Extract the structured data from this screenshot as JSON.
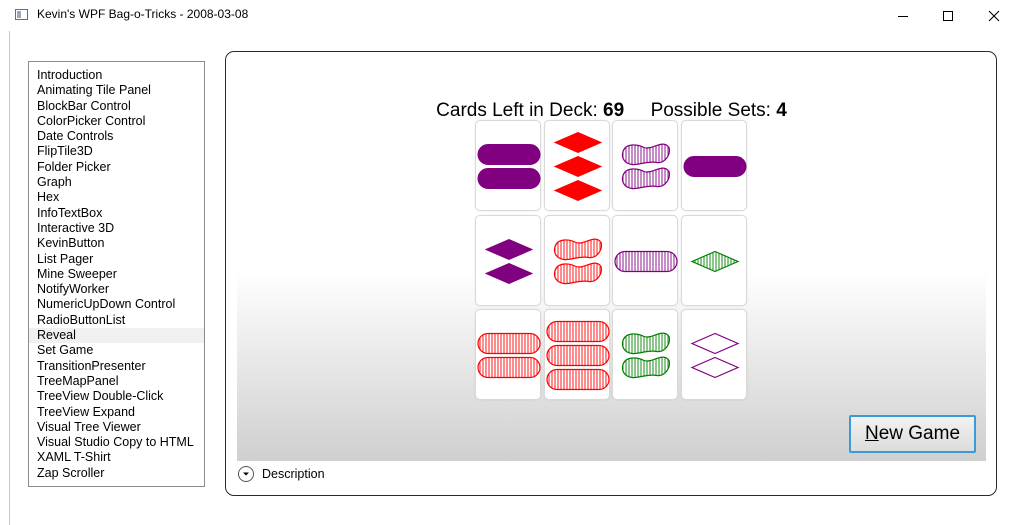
{
  "window": {
    "title": "Kevin's WPF Bag-o-Tricks - 2008-03-08",
    "minimize_icon": "minimize-icon",
    "maximize_icon": "maximize-icon",
    "close_icon": "close-icon"
  },
  "sidebar": {
    "selected_index": 17,
    "items": [
      {
        "label": "Introduction"
      },
      {
        "label": "Animating Tile Panel"
      },
      {
        "label": "BlockBar Control"
      },
      {
        "label": "ColorPicker Control"
      },
      {
        "label": "Date Controls"
      },
      {
        "label": "FlipTile3D"
      },
      {
        "label": "Folder Picker"
      },
      {
        "label": "Graph"
      },
      {
        "label": "Hex"
      },
      {
        "label": "InfoTextBox"
      },
      {
        "label": "Interactive 3D"
      },
      {
        "label": "KevinButton"
      },
      {
        "label": "List Pager"
      },
      {
        "label": "Mine Sweeper"
      },
      {
        "label": "NotifyWorker"
      },
      {
        "label": "NumericUpDown Control"
      },
      {
        "label": "RadioButtonList"
      },
      {
        "label": "Reveal"
      },
      {
        "label": "Set Game"
      },
      {
        "label": "TransitionPresenter"
      },
      {
        "label": "TreeMapPanel"
      },
      {
        "label": "TreeView Double-Click"
      },
      {
        "label": "TreeView Expand"
      },
      {
        "label": "Visual Tree Viewer"
      },
      {
        "label": "Visual Studio Copy to HTML"
      },
      {
        "label": "XAML T-Shirt"
      },
      {
        "label": "Zap Scroller"
      }
    ]
  },
  "game": {
    "cards_left_label": "Cards Left in Deck:",
    "cards_left_value": "69",
    "possible_sets_label": "Possible Sets:",
    "possible_sets_value": "4",
    "new_game_label": "New Game",
    "new_game_mnemonic": "N",
    "new_game_rest": "ew Game",
    "colors": {
      "purple": "#800080",
      "red": "#ff0000",
      "green": "#008000"
    },
    "cards": [
      {
        "row": 0,
        "col": 0,
        "count": 2,
        "shape": "oval",
        "fill": "solid",
        "color": "purple"
      },
      {
        "row": 0,
        "col": 1,
        "count": 3,
        "shape": "diamond",
        "fill": "solid",
        "color": "red"
      },
      {
        "row": 0,
        "col": 2,
        "count": 2,
        "shape": "squiggle",
        "fill": "striped",
        "color": "purple"
      },
      {
        "row": 0,
        "col": 3,
        "count": 1,
        "shape": "oval",
        "fill": "solid",
        "color": "purple"
      },
      {
        "row": 1,
        "col": 0,
        "count": 2,
        "shape": "diamond",
        "fill": "solid",
        "color": "purple"
      },
      {
        "row": 1,
        "col": 1,
        "count": 2,
        "shape": "squiggle",
        "fill": "striped",
        "color": "red"
      },
      {
        "row": 1,
        "col": 2,
        "count": 1,
        "shape": "oval",
        "fill": "striped",
        "color": "purple"
      },
      {
        "row": 1,
        "col": 3,
        "count": 1,
        "shape": "diamond",
        "fill": "striped",
        "color": "green"
      },
      {
        "row": 2,
        "col": 0,
        "count": 2,
        "shape": "oval",
        "fill": "striped",
        "color": "red"
      },
      {
        "row": 2,
        "col": 1,
        "count": 3,
        "shape": "oval",
        "fill": "striped",
        "color": "red"
      },
      {
        "row": 2,
        "col": 2,
        "count": 2,
        "shape": "squiggle",
        "fill": "striped",
        "color": "green"
      },
      {
        "row": 2,
        "col": 3,
        "count": 2,
        "shape": "diamond",
        "fill": "open",
        "color": "purple"
      }
    ]
  },
  "description": {
    "label": "Description",
    "icon": "chevron-down-icon"
  }
}
